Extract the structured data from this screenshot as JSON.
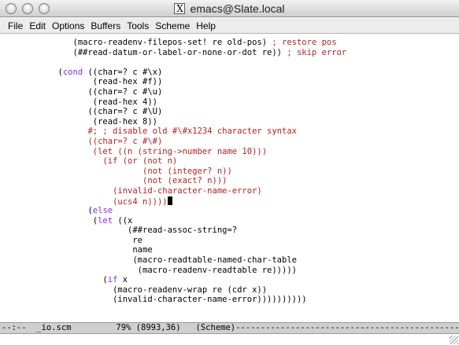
{
  "window": {
    "title": "emacs@Slate.local"
  },
  "menu": [
    "File",
    "Edit",
    "Options",
    "Buffers",
    "Tools",
    "Scheme",
    "Help"
  ],
  "code_lines": [
    [
      {
        "t": "              (macro-readenv-filepos-set! re old-pos) ",
        "c": ""
      },
      {
        "t": "; restore pos",
        "c": "cmt"
      }
    ],
    [
      {
        "t": "              (##read-datum-or-label-or-none-or-dot re)) ",
        "c": ""
      },
      {
        "t": "; skip error",
        "c": "cmt"
      }
    ],
    [
      {
        "t": "",
        "c": ""
      }
    ],
    [
      {
        "t": "           (",
        "c": ""
      },
      {
        "t": "cond",
        "c": "kw"
      },
      {
        "t": " ((char=? c #\\x)",
        "c": ""
      }
    ],
    [
      {
        "t": "                  (read-hex #f))",
        "c": ""
      }
    ],
    [
      {
        "t": "                 ((char=? c #\\u)",
        "c": ""
      }
    ],
    [
      {
        "t": "                  (read-hex 4))",
        "c": ""
      }
    ],
    [
      {
        "t": "                 ((char=? c #\\U)",
        "c": ""
      }
    ],
    [
      {
        "t": "                  (read-hex 8))",
        "c": ""
      }
    ],
    [
      {
        "t": "                 #; ; disable old #\\#x1234 character syntax",
        "c": "cmt"
      }
    ],
    [
      {
        "t": "                 ((char=? c #\\#)",
        "c": "cmt"
      }
    ],
    [
      {
        "t": "                  (let ((n (string->number name 10)))",
        "c": "cmt"
      }
    ],
    [
      {
        "t": "                    (if (or (not n)",
        "c": "cmt"
      }
    ],
    [
      {
        "t": "                            (not (integer? n))",
        "c": "cmt"
      }
    ],
    [
      {
        "t": "                            (not (exact? n)))",
        "c": "cmt"
      }
    ],
    [
      {
        "t": "                      (invalid-character-name-error)",
        "c": "cmt"
      }
    ],
    [
      {
        "t": "                      (ucs4 n))))",
        "c": "cmt"
      },
      {
        "t": "",
        "c": "cursor"
      }
    ],
    [
      {
        "t": "                 (",
        "c": ""
      },
      {
        "t": "else",
        "c": "kw"
      }
    ],
    [
      {
        "t": "                  (",
        "c": ""
      },
      {
        "t": "let",
        "c": "kw"
      },
      {
        "t": " ((x",
        "c": ""
      }
    ],
    [
      {
        "t": "                         (##read-assoc-string=?",
        "c": ""
      }
    ],
    [
      {
        "t": "                          re",
        "c": ""
      }
    ],
    [
      {
        "t": "                          name",
        "c": ""
      }
    ],
    [
      {
        "t": "                          (macro-readtable-named-char-table",
        "c": ""
      }
    ],
    [
      {
        "t": "                           (macro-readenv-readtable re)))))",
        "c": ""
      }
    ],
    [
      {
        "t": "                    (",
        "c": ""
      },
      {
        "t": "if",
        "c": "kw"
      },
      {
        "t": " x",
        "c": ""
      }
    ],
    [
      {
        "t": "                      (macro-readenv-wrap re (cdr x))",
        "c": ""
      }
    ],
    [
      {
        "t": "                      (invalid-character-name-error))))))))))",
        "c": ""
      }
    ]
  ],
  "modeline": {
    "text": "--:--  _io.scm         79% (8993,36)   (Scheme)------------------------------------------------"
  },
  "colors": {
    "keyword": "#8a2be2",
    "comment": "#b22222",
    "modeline_bg": "#cfcfcf"
  }
}
